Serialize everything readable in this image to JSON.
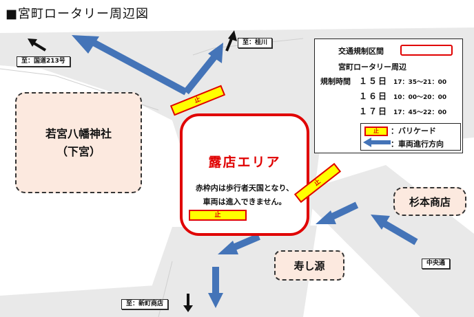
{
  "title": "■宮町ロータリー周辺図",
  "signs": {
    "kokudo": "至：国道213号",
    "katsuragawa": "至：桂川",
    "shinmachi": "至：新町商店",
    "chuodori": "中央通"
  },
  "places": {
    "shrine_line1": "若宮八幡神社",
    "shrine_line2": "（下宮）",
    "sugimoto": "杉本商店",
    "sushi": "寿し源"
  },
  "event_area": {
    "title": "露店エリア",
    "note_line1": "赤枠内は歩行者天国となり、",
    "note_line2": "車両は進入できません。"
  },
  "barricade_label": "止",
  "legend": {
    "regulated_section": "交通規制区間",
    "area": "宮町ロータリー周辺",
    "time_label": "規制時間",
    "schedule": [
      {
        "day": "１５日",
        "time": "17：35〜21：00"
      },
      {
        "day": "１６日",
        "time": "10：00〜20：00"
      },
      {
        "day": "１７日",
        "time": "17：45〜22：00"
      }
    ],
    "barricade_text": "：バリケード",
    "direction_text": "：車両進行方向"
  },
  "colors": {
    "road": "#e9e9e9",
    "arrow": "#4474b8",
    "regulation_red": "#e00000",
    "barricade_yellow": "#ffff00",
    "place_fill": "#fce9df"
  }
}
